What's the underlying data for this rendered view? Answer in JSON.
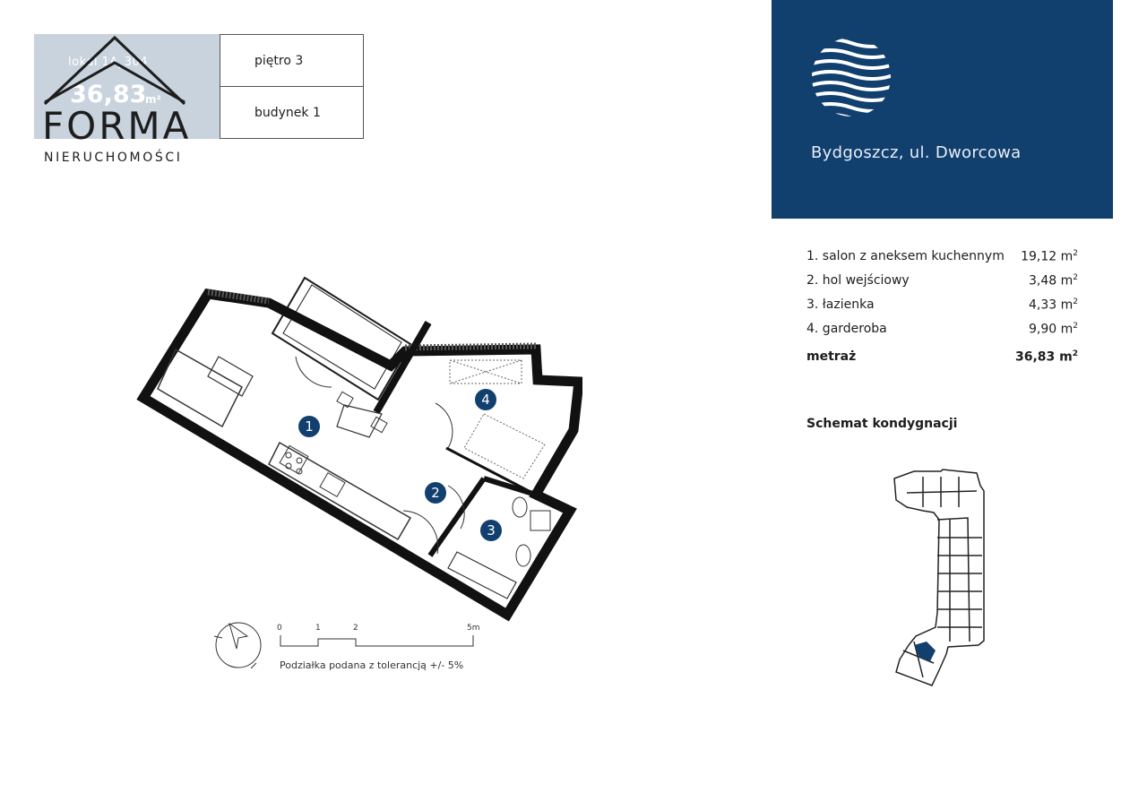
{
  "lokal": {
    "id": "lokal 1A_304",
    "area_value": "36,83",
    "area_unit": "m²"
  },
  "logo": {
    "word": "FORMA",
    "sub": "NIERUCHOMOŚCI"
  },
  "info": {
    "floor": "piętro 3",
    "building": "budynek 1"
  },
  "brand": {
    "city": "Bydgoszcz, ul. Dworcowa",
    "color": "#113f6e"
  },
  "rooms": [
    {
      "name": "1. salon z aneksem kuchennym",
      "area": "19,12",
      "unit": "m",
      "exp": "2"
    },
    {
      "name": "2. hol wejściowy",
      "area": "3,48",
      "unit": "m",
      "exp": "2"
    },
    {
      "name": "3. łazienka",
      "area": "4,33",
      "unit": "m",
      "exp": "2"
    },
    {
      "name": "4. garderoba",
      "area": "9,90",
      "unit": "m",
      "exp": "2"
    }
  ],
  "total": {
    "label": "metraż",
    "area": "36,83",
    "unit": "m",
    "exp": "2"
  },
  "schemat_title": "Schemat kondygnacji",
  "plan": {
    "badges": [
      "1",
      "2",
      "3",
      "4"
    ],
    "badge_color": "#113f6e"
  },
  "scale": {
    "ticks": [
      "0",
      "1",
      "2",
      "5m"
    ],
    "note": "Podziałka podana z tolerancją +/- 5%"
  }
}
